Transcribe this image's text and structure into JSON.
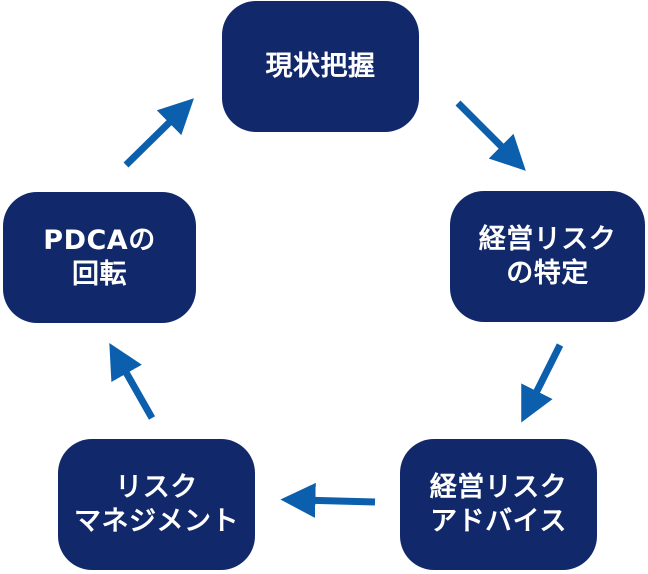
{
  "colors": {
    "node_fill": "#11296b",
    "arrow": "#0c5fad",
    "text": "#ffffff"
  },
  "nodes": [
    {
      "id": "situation",
      "lines": [
        "現状把握"
      ]
    },
    {
      "id": "risk_identification",
      "lines": [
        "経営リスク",
        "の特定"
      ]
    },
    {
      "id": "risk_advice",
      "lines": [
        "経営リスク",
        "アドバイス"
      ]
    },
    {
      "id": "risk_management",
      "lines": [
        "リスク",
        "マネジメント"
      ]
    },
    {
      "id": "pdca",
      "lines": [
        "PDCAの",
        "回転"
      ]
    }
  ]
}
